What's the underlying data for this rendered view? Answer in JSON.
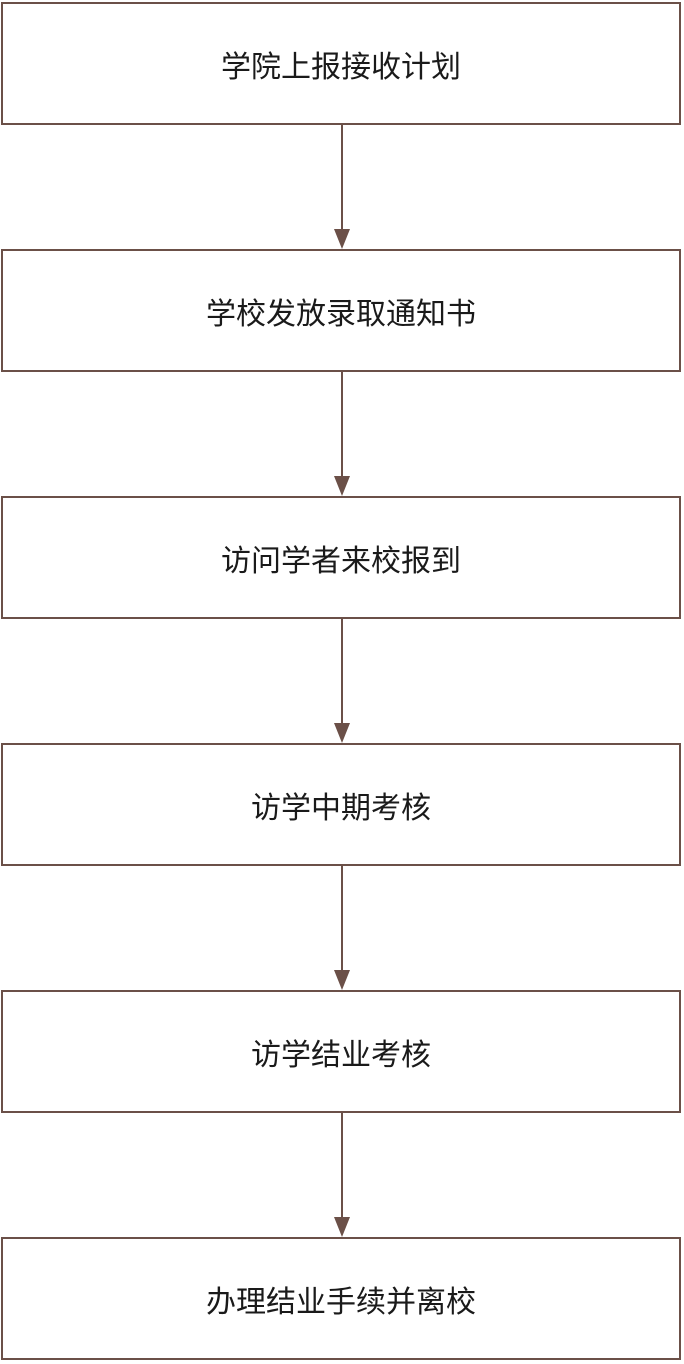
{
  "flowchart": {
    "steps": [
      {
        "label": "学院上报接收计划"
      },
      {
        "label": "学校发放录取通知书"
      },
      {
        "label": "访问学者来校报到"
      },
      {
        "label": "访学中期考核"
      },
      {
        "label": "访学结业考核"
      },
      {
        "label": "办理结业手续并离校"
      }
    ]
  },
  "colors": {
    "border": "#6b5048",
    "arrow": "#6b5048",
    "text": "#1a1a1a",
    "background": "#ffffff"
  }
}
